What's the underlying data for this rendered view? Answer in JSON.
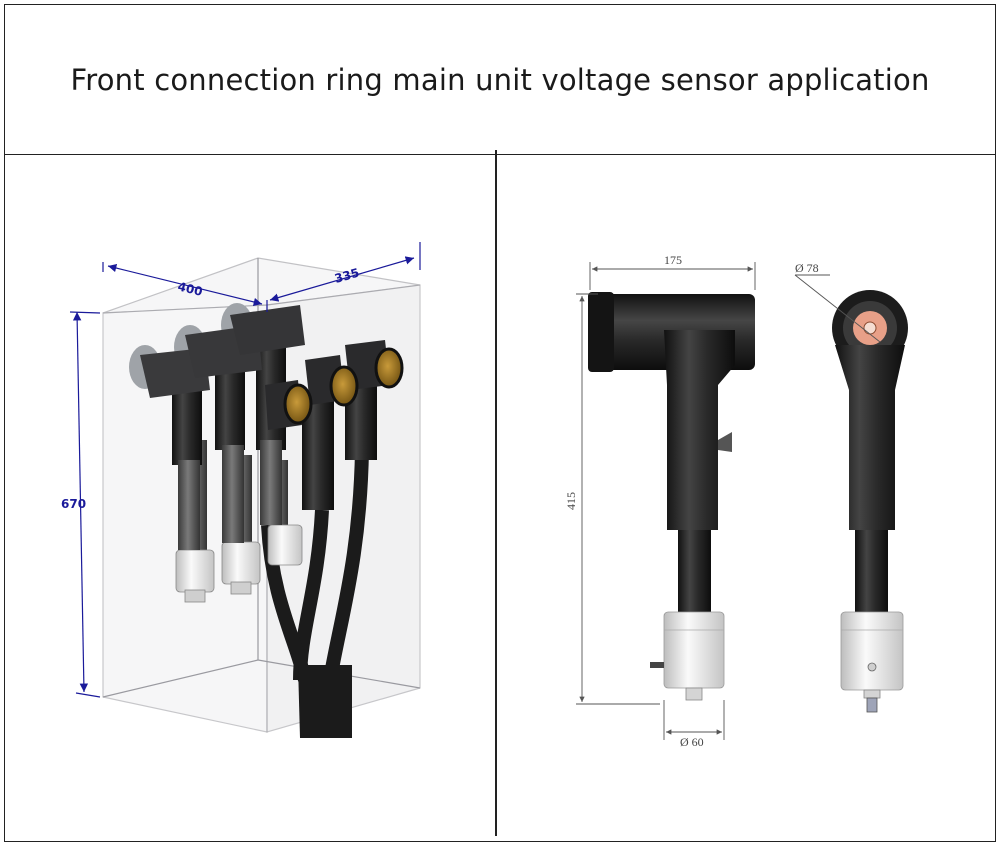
{
  "header": {
    "title": "Front connection ring main unit voltage sensor application"
  },
  "left_drawing": {
    "dims": {
      "width": "400",
      "depth": "335",
      "height": "670"
    },
    "colors": {
      "box_edge": "#9a9aa0",
      "dim_line": "#1a1a9a",
      "connector": "#3a3a3c",
      "cable": "#1b1b1b",
      "cap": "#a8801e",
      "sensor": "#e6e6e6"
    }
  },
  "right_drawing": {
    "dims": {
      "width": "175",
      "height": "415",
      "front_dia": "Ø 78",
      "base_dia": "Ø 60"
    },
    "colors": {
      "body": "#232323",
      "sensor": "#eeeeee",
      "contact": "#e8a088",
      "dim_line": "#555555"
    }
  }
}
